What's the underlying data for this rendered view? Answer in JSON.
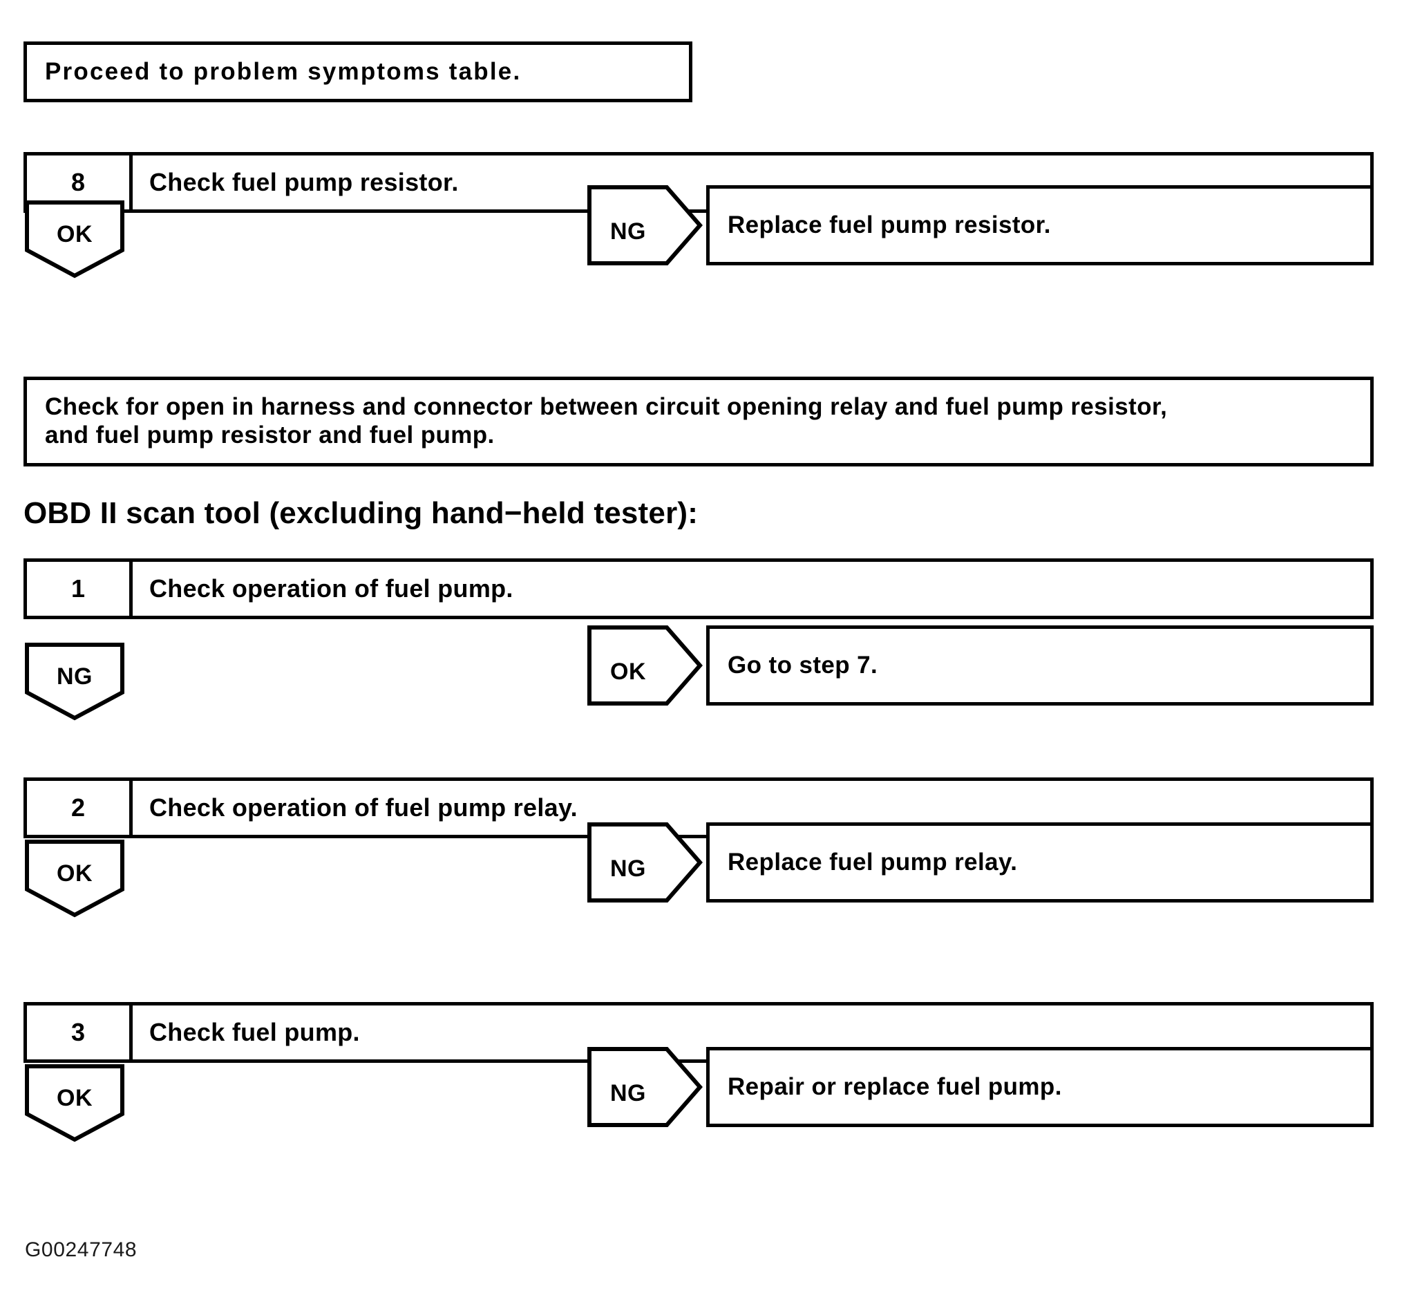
{
  "document": {
    "type": "automotive-diagnostic-flowchart",
    "footer_code": "G00247748",
    "ink_color": "#000000",
    "background_color": "#ffffff"
  },
  "section_one": {
    "terminal_box": {
      "text": "Proceed  to  problem  symptoms  table."
    },
    "step_8": {
      "number": "8",
      "label": "Check fuel pump resistor."
    },
    "branch_8": {
      "pass_badge": "OK",
      "fail_badge": "NG",
      "fail_result": "Replace fuel pump resistor."
    },
    "harness_box": {
      "text": "Check for open in harness and connector between circuit opening relay and fuel pump resistor,\nand fuel pump resistor and fuel pump."
    }
  },
  "section_two": {
    "heading": "OBD II scan tool (excluding hand−held tester):",
    "step_1": {
      "number": "1",
      "label": "Check operation of fuel pump."
    },
    "branch_1": {
      "pass_badge": "NG",
      "fail_badge": "OK",
      "fail_result": "Go to step 7."
    },
    "step_2": {
      "number": "2",
      "label": "Check operation of fuel pump relay."
    },
    "branch_2": {
      "pass_badge": "OK",
      "fail_badge": "NG",
      "fail_result": "Replace fuel pump relay."
    },
    "step_3": {
      "number": "3",
      "label": "Check fuel pump."
    },
    "branch_3": {
      "pass_badge": "OK",
      "fail_badge": "NG",
      "fail_result": "Repair or replace fuel pump."
    }
  }
}
